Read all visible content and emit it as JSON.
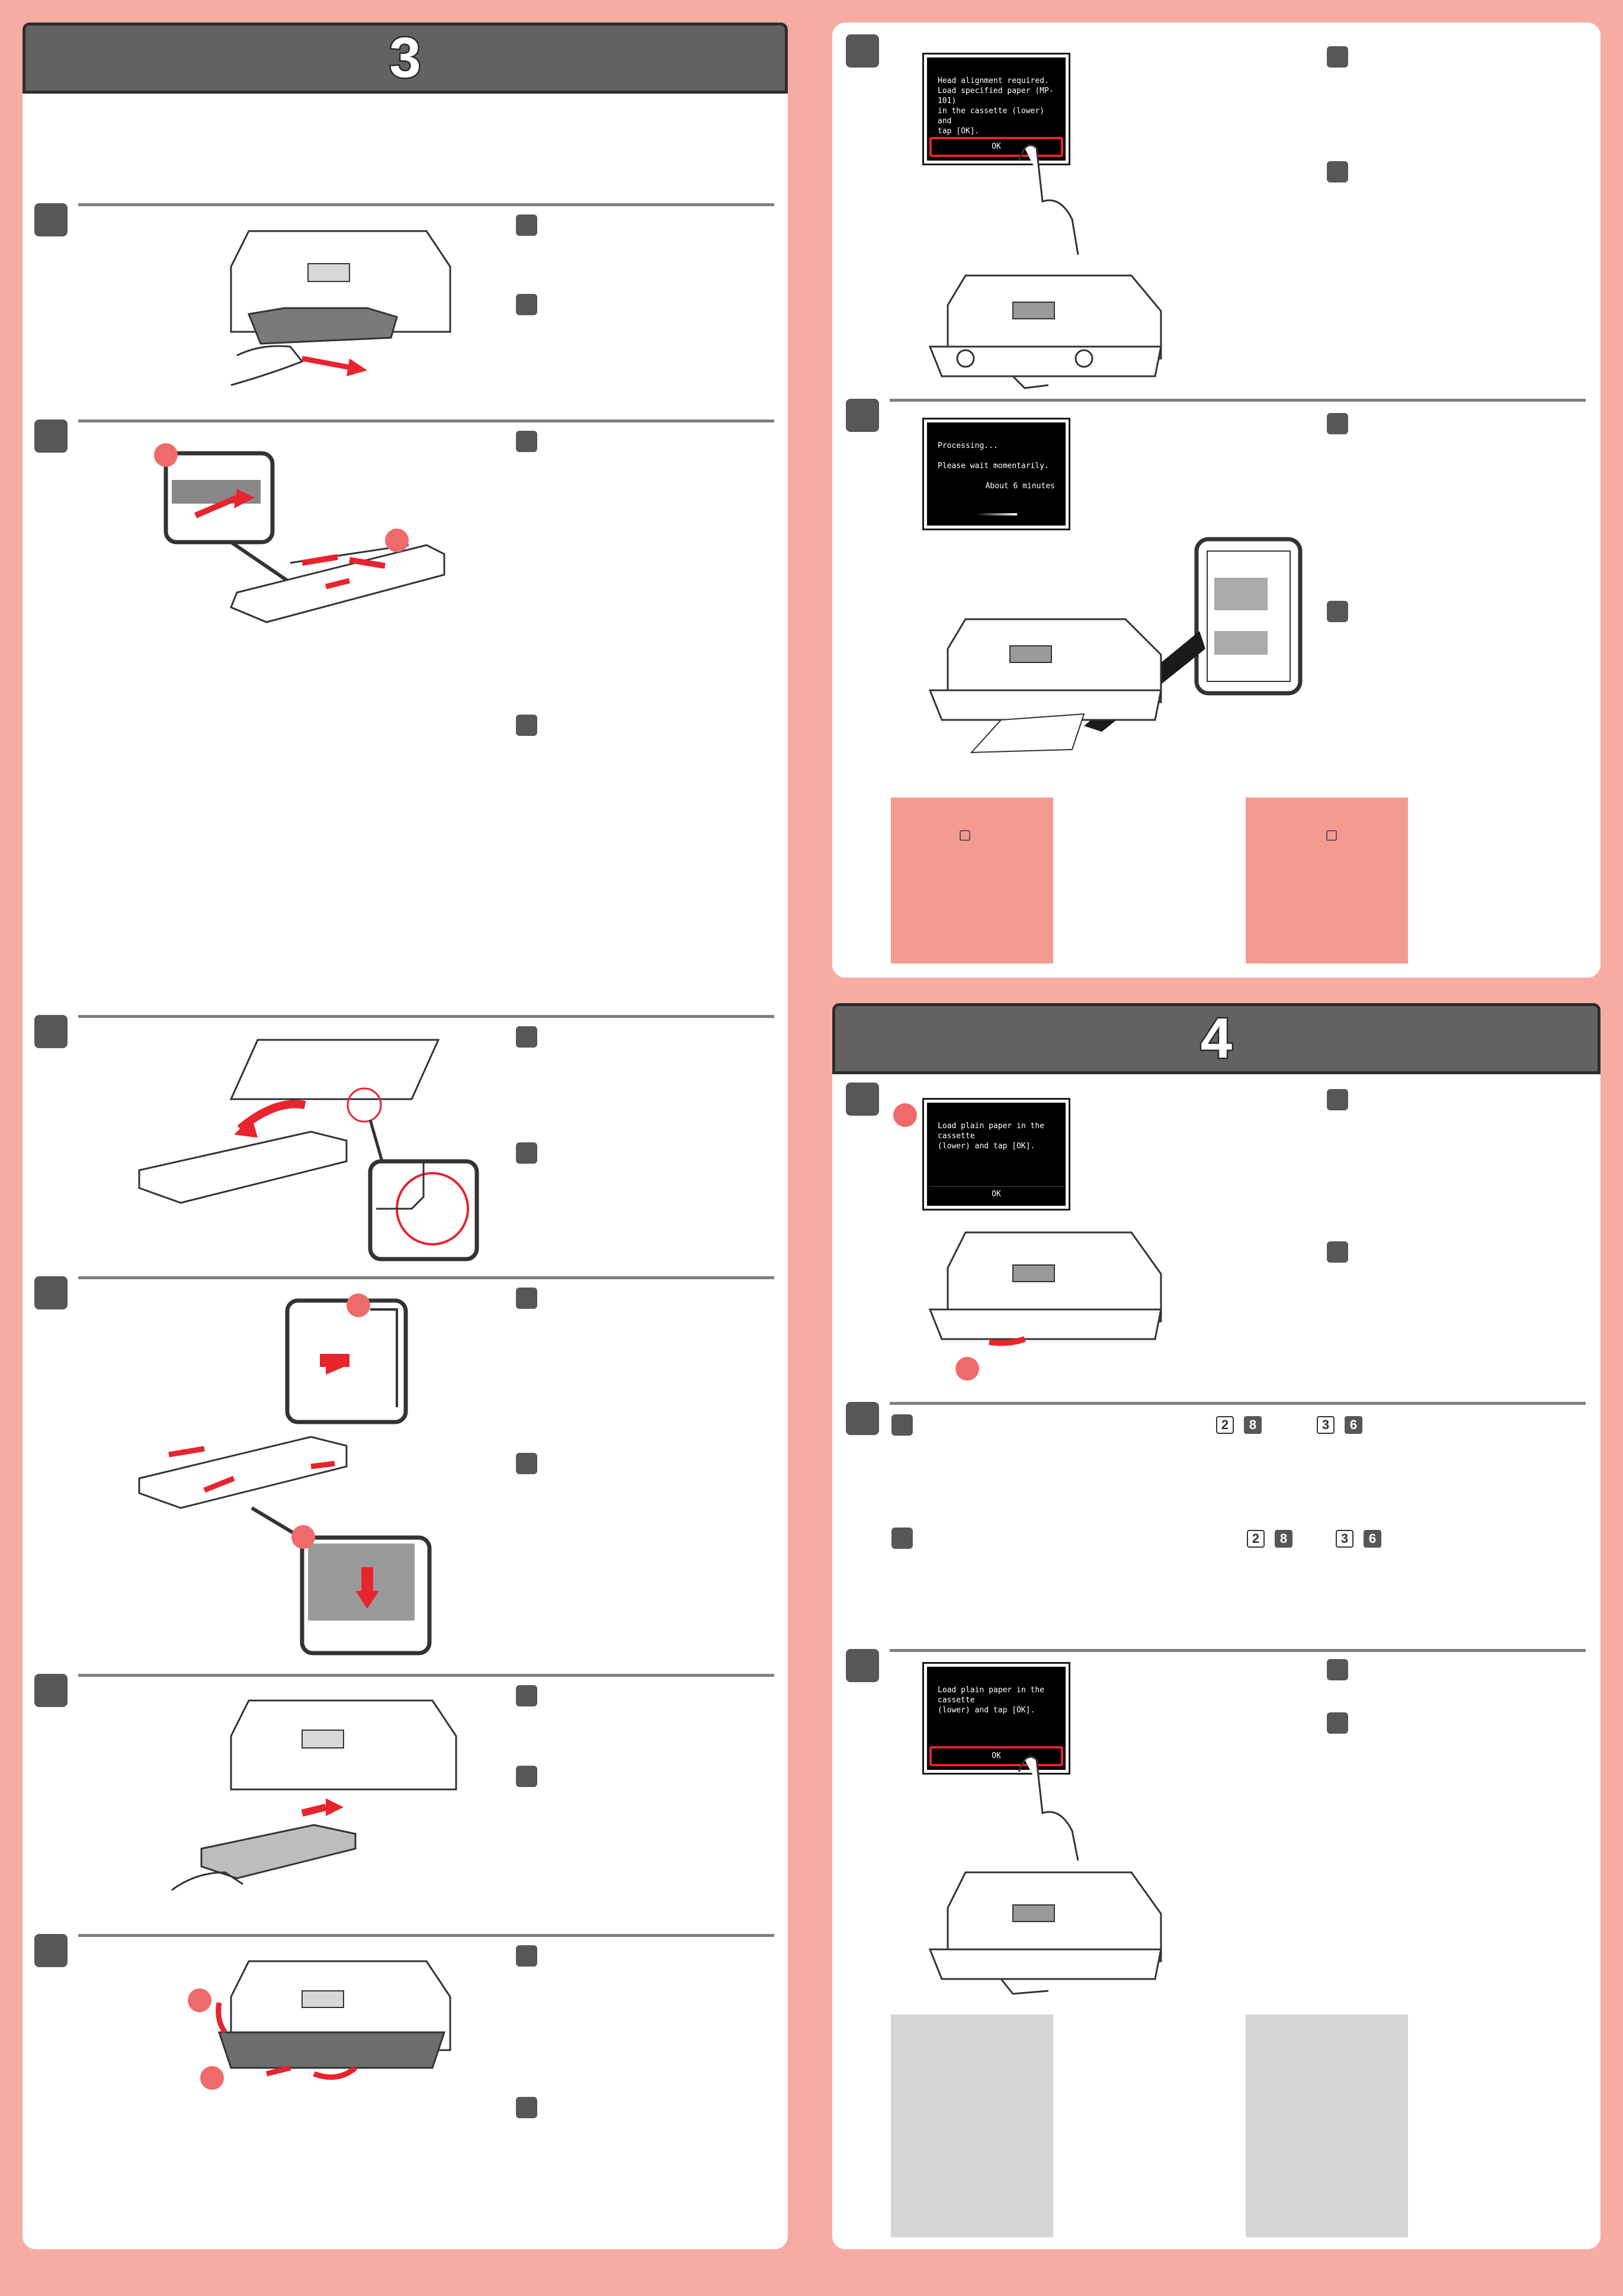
{
  "section3": {
    "number": "3"
  },
  "section4": {
    "number": "4"
  },
  "screens": {
    "head_alignment": {
      "message": "Head alignment required.\nLoad specified paper (MP-101)\nin the cassette (lower) and\ntap [OK].",
      "ok_label": "OK"
    },
    "processing": {
      "line1": "Processing...",
      "line2": "Please wait momentarily.",
      "line3": "About 6 minutes"
    },
    "load_plain_1": {
      "message": "Load plain paper in the cassette\n(lower) and tap [OK].",
      "ok_label": "OK"
    },
    "load_plain_2": {
      "message": "Load plain paper in the cassette\n(lower) and tap [OK].",
      "ok_label": "OK"
    }
  },
  "step2_refs": {
    "a": {
      "first": "2",
      "second": "8",
      "third": "3",
      "fourth": "6"
    },
    "b": {
      "first": "2",
      "second": "8",
      "third": "3",
      "fourth": "6"
    }
  },
  "colors": {
    "background": "#f6aca3",
    "header": "#636161",
    "accent_red": "#e8242e",
    "note_pink": "#f59a91",
    "note_gray": "#d5d5d5"
  }
}
